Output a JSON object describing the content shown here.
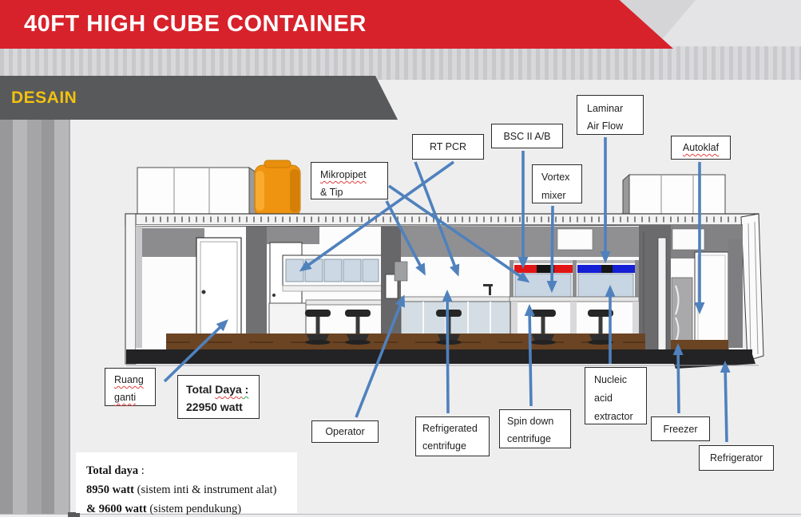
{
  "slide": {
    "title": "40FT HIGH CUBE CONTAINER",
    "section_label": "DESAIN"
  },
  "callouts": {
    "laminar_air_flow": {
      "line1": "Laminar",
      "line2": "Air Flow"
    },
    "bsc": {
      "line1": "BSC II A/B"
    },
    "rt_pcr": {
      "line1": "RT PCR"
    },
    "mikropipet": {
      "line1": "Mikropipet",
      "line2": "& Tip"
    },
    "autoklaf": {
      "line1": "Autoklaf"
    },
    "vortex_mixer": {
      "line1": "Vortex",
      "line2": "mixer"
    },
    "ruang_ganti": {
      "line1": "Ruang",
      "line2": "ganti"
    },
    "total_daya": {
      "word1": "Total ",
      "word2": "Daya",
      "word3": " :",
      "line2": "22950  watt"
    },
    "operator": {
      "line1": "Operator"
    },
    "refrigerated_centrifuge": {
      "line1": "Refrigerated",
      "line2": "centrifuge"
    },
    "spin_down_centrifuge": {
      "line1": "Spin down",
      "line2": "centrifuge"
    },
    "nucleic_acid_extractor": {
      "line1": "Nucleic",
      "line2": "acid",
      "line3": "extractor"
    },
    "freezer": {
      "line1": "Freezer"
    },
    "refrigerator": {
      "line1": "Refrigerator"
    }
  },
  "power_note": {
    "l1_bold": "Total daya",
    "l1_rest": " :",
    "l2_bold": "8950 watt",
    "l2_rest": " (sistem inti & instrument alat)",
    "l3_bold": "& 9600 watt",
    "l3_rest": " (sistem pendukung)"
  },
  "colors": {
    "banner_red": "#d7222b",
    "banner_gray": "#58595a",
    "section_yellow": "#f2c111",
    "arrow_blue": "#4f81bd",
    "bsc_red": "#e01515",
    "bsc_blue": "#1520d6",
    "tank_orange": "#ef9410",
    "floor_brown": "#6b4423"
  }
}
